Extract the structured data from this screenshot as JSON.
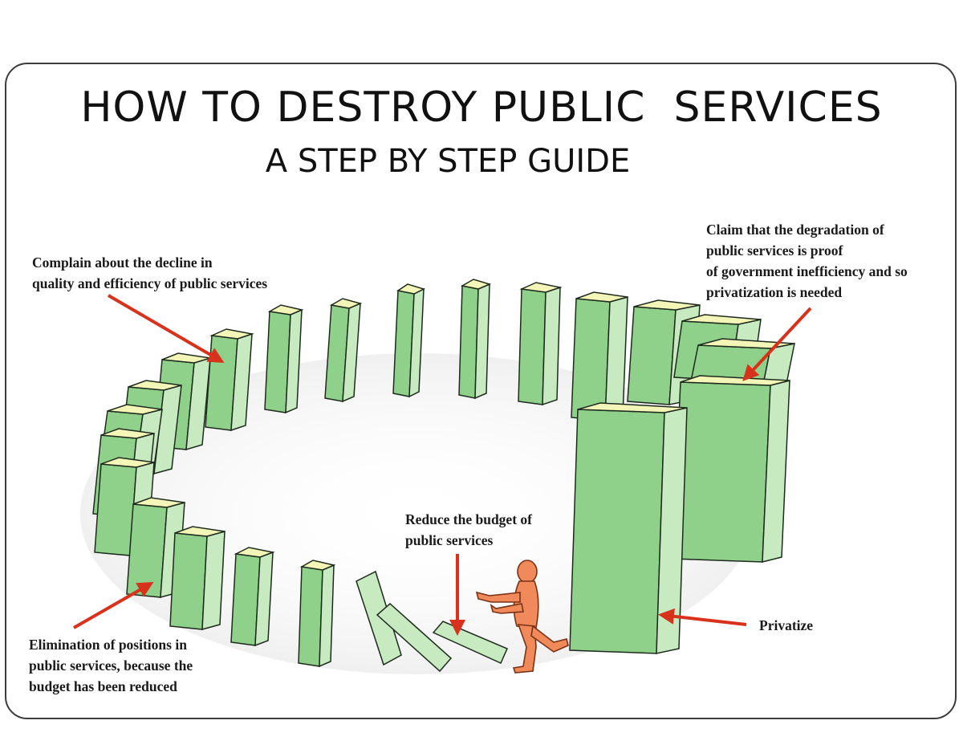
{
  "title": "HOW TO DESTROY PUBLIC  SERVICES",
  "subtitle": "A STEP BY STEP GUIDE",
  "labels": {
    "complain": [
      "Complain about the decline in",
      "quality and efficiency of public services"
    ],
    "claim": [
      "Claim that the degradation of",
      "public services is proof",
      "of government inefficiency and so",
      "privatization is needed"
    ],
    "reduce": [
      "Reduce the budget of",
      "public services"
    ],
    "eliminate": [
      "Elimination of positions in",
      "public services, because the",
      "budget has been reduced"
    ],
    "privatize": [
      "Privatize"
    ]
  },
  "colors": {
    "domino_face": "#8fd08a",
    "domino_side": "#c7eac0",
    "domino_top": "#f4f6b8",
    "outline": "#1e2a1e",
    "arrow": "#d8321c",
    "figure": "#f08a5a"
  }
}
